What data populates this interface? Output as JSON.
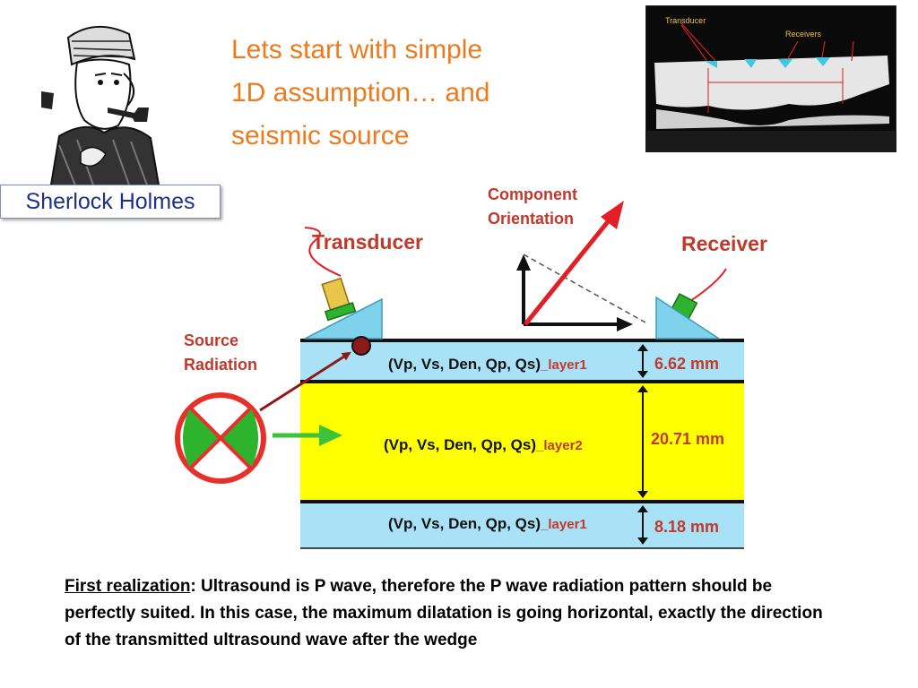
{
  "caption": "Sherlock Holmes",
  "title_lines": [
    "Lets start with simple",
    "1D assumption… and",
    "seismic source"
  ],
  "photo": {
    "transducer_label": "Transducer",
    "receivers_label": "Receivers"
  },
  "diagram": {
    "component_orientation": [
      "Component",
      "Orientation"
    ],
    "transducer": "Transducer",
    "receiver": "Receiver",
    "source_radiation": [
      "Source",
      "Radiation"
    ],
    "layers": [
      {
        "params": "(Vp, Vs, Den, Qp, Qs)",
        "suffix": "_layer1",
        "thickness": "6.62 mm"
      },
      {
        "params": "(Vp, Vs, Den, Qp, Qs)",
        "suffix": "_layer2",
        "thickness": "20.71 mm"
      },
      {
        "params": "(Vp, Vs, Den, Qp, Qs)",
        "suffix": "_layer1",
        "thickness": "8.18 mm"
      }
    ]
  },
  "text": {
    "lead": "First realization",
    "body": ":  Ultrasound is P wave, therefore the P wave radiation pattern should be perfectly suited.  In this case, the maximum dilatation is going horizontal, exactly the direction of the transmitted ultrasound wave after the wedge"
  },
  "colors": {
    "title": "#ee7a1e",
    "caption": "#1f2f8c",
    "layer_blue": "#a9e2f6",
    "layer_yellow": "#ffff00",
    "source_red": "#e8302a",
    "green": "#2db32d",
    "arrow_red": "#e21f26",
    "label_red": "#c0392b"
  }
}
